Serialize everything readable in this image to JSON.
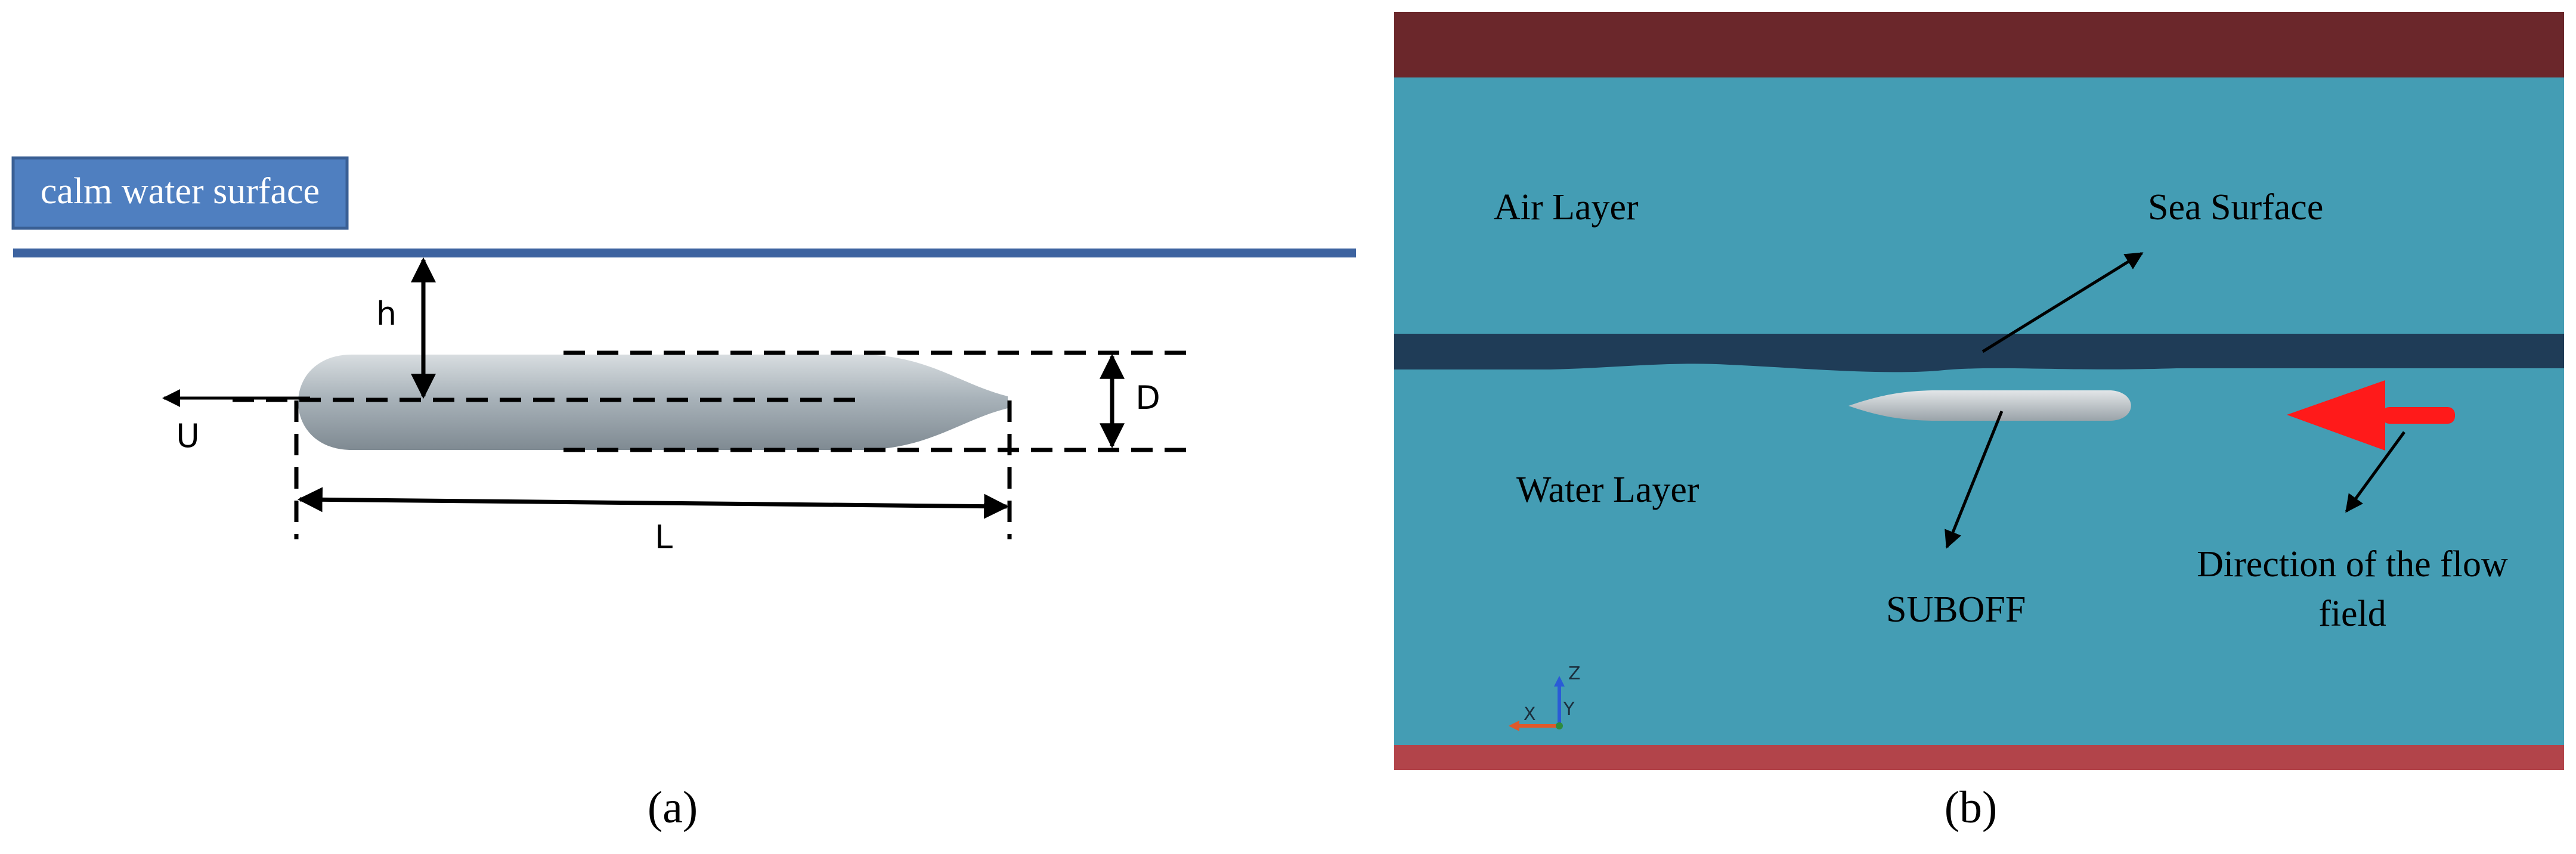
{
  "panel_a": {
    "surface_label": "calm water surface",
    "symbol_h": "h",
    "symbol_U": "U",
    "symbol_D": "D",
    "symbol_L": "L",
    "caption": "(a)",
    "colors": {
      "label_box": "#4f7fc0",
      "surface_line": "#3d63a0",
      "hull": "#a9b3ba"
    }
  },
  "panel_b": {
    "air_layer": "Air Layer",
    "sea_surface": "Sea Surface",
    "water_layer": "Water Layer",
    "suboff": "SUBOFF",
    "flow_direction_line1": "Direction of the flow",
    "flow_direction_line2": "field",
    "axis_z": "Z",
    "axis_y": "Y",
    "axis_x": "X",
    "caption": "(b)",
    "colors": {
      "top_band": "#6b272b",
      "domain": "#449db4",
      "surface_band": "#1f3c57",
      "bottom_band": "#b2444a",
      "flow_arrow": "#ff1a1a"
    }
  }
}
